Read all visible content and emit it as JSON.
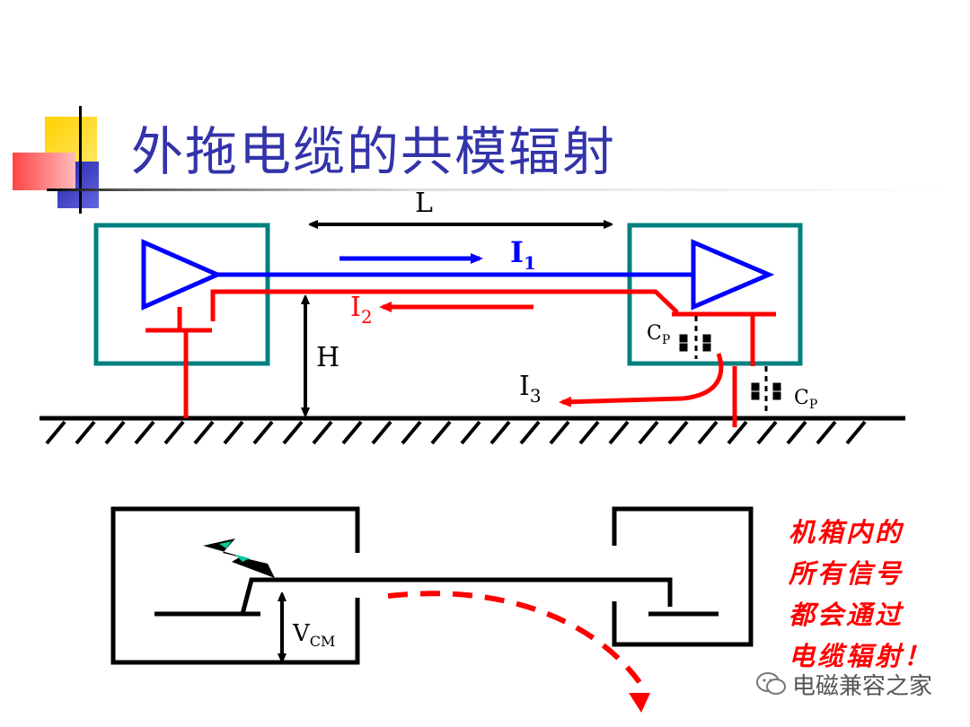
{
  "title": "外拖电缆的共模辐射",
  "top_diagram": {
    "length_label": "L",
    "height_label": "H",
    "current_1": {
      "letter": "I",
      "subscript": "1"
    },
    "current_2": {
      "letter": "I",
      "subscript": "2"
    },
    "current_3": {
      "letter": "I",
      "subscript": "3"
    },
    "capacitor_inner": {
      "letter": "C",
      "subscript": "P"
    },
    "capacitor_outer": {
      "letter": "C",
      "subscript": "P"
    }
  },
  "bottom_diagram": {
    "voltage_label": {
      "letter": "V",
      "subscript": "CM"
    }
  },
  "note_lines": [
    "机箱内的",
    "所有信号",
    "都会通过",
    "电缆辐射！"
  ],
  "watermark": "电磁兼容之家",
  "colors": {
    "title": "#3333aa",
    "box": "#008080",
    "signal": "#0000ff",
    "return": "#ff0000",
    "ground": "#000000"
  }
}
